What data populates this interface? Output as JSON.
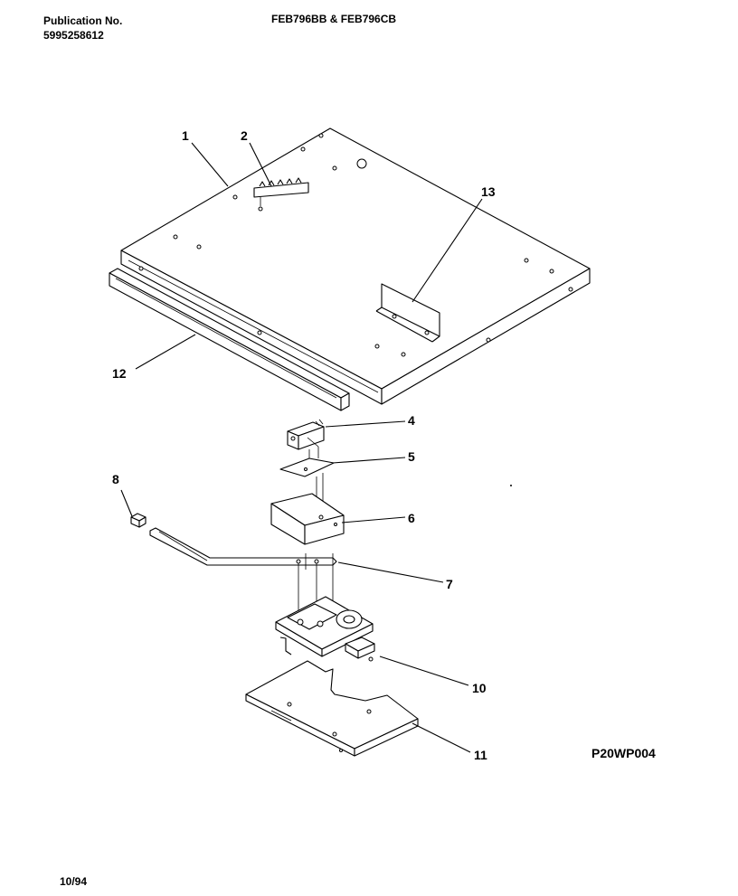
{
  "header": {
    "publication_label": "Publication No.",
    "publication_number": "5995258612",
    "models": "FEB796BB & FEB796CB"
  },
  "footer": {
    "diagram_code": "P20WP004",
    "date": "10/94"
  },
  "callouts": {
    "c1": "1",
    "c2": "2",
    "c4": "4",
    "c5": "5",
    "c6": "6",
    "c7": "7",
    "c8": "8",
    "c10": "10",
    "c11": "11",
    "c12": "12",
    "c13": "13"
  }
}
